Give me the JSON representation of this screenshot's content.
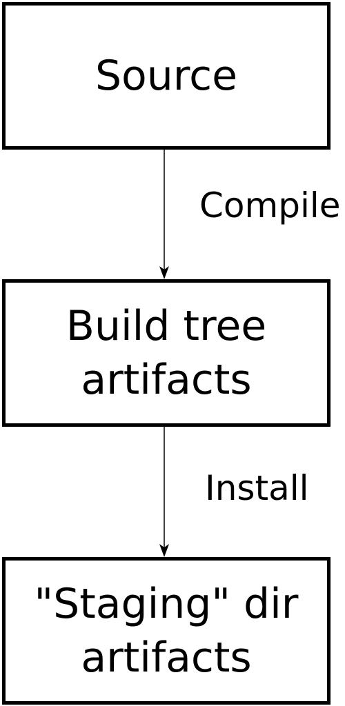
{
  "nodes": {
    "source": {
      "lines": [
        "Source"
      ]
    },
    "build_tree": {
      "lines": [
        "Build tree",
        "artifacts"
      ]
    },
    "staging": {
      "lines": [
        "\"Staging\" dir",
        "artifacts"
      ]
    }
  },
  "edges": {
    "compile": {
      "label": "Compile",
      "from": "source",
      "to": "build_tree"
    },
    "install": {
      "label": "Install",
      "from": "build_tree",
      "to": "staging"
    }
  },
  "colors": {
    "stroke": "#000000",
    "background": "#ffffff"
  }
}
